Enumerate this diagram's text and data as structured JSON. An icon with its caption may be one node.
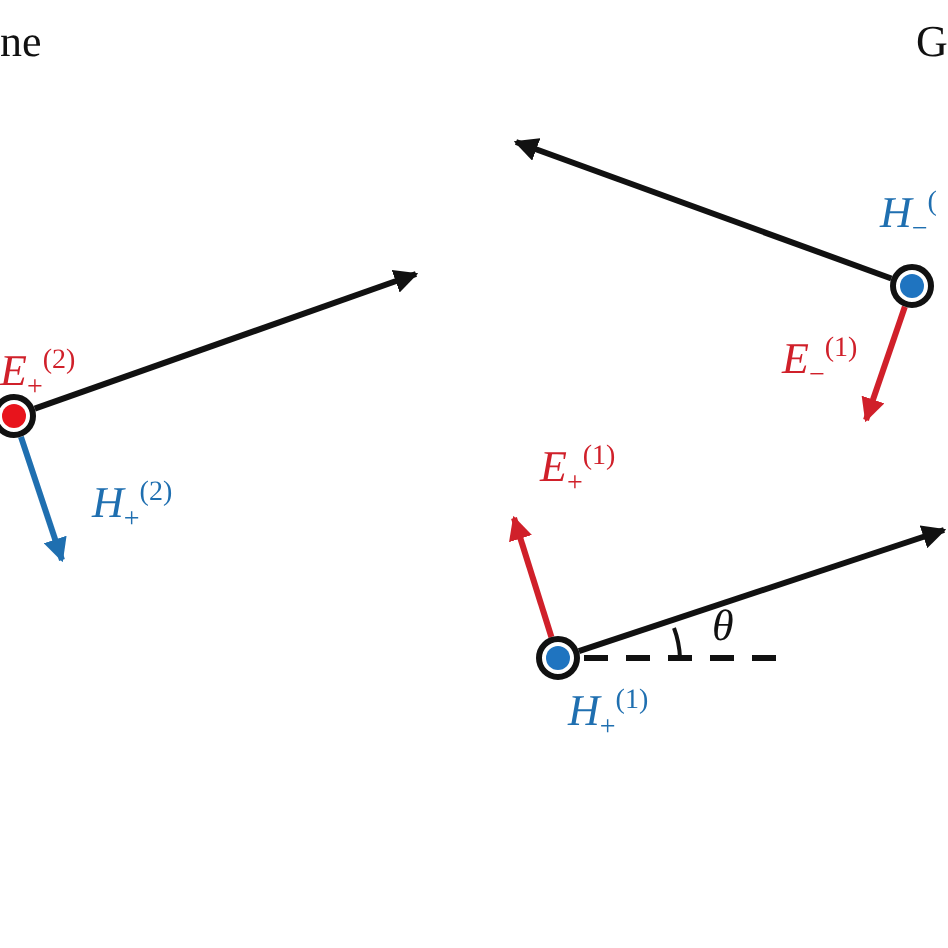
{
  "diagram": {
    "nodes": [
      {
        "text": [],
        "shape": "circle"
      },
      {
        "text": [],
        "shape": "circle"
      },
      {
        "text": [],
        "shape": "circle"
      }
    ],
    "edges": [
      {
        "from": 0,
        "to": null,
        "arrow": "to"
      },
      {
        "from": 0,
        "to": null,
        "arrow": "to",
        "color": "#1f6fb0"
      },
      {
        "from": 1,
        "to": null,
        "arrow": "to"
      },
      {
        "from": 1,
        "to": null,
        "arrow": "to",
        "color": "#d0202a"
      },
      {
        "from": 2,
        "to": null,
        "arrow": "to",
        "color": "#d0202a"
      },
      {
        "from": 2,
        "to": null,
        "arrow": "to"
      }
    ],
    "labels": [
      "ne",
      "G",
      "*E*$_{+}$$^{(2)}$",
      "*H*$_{+}$$^{(2)}$",
      "*H*$_{−}$$^{(}$",
      "*E*$_{−}$$^{(1)}$",
      "*E*$_{+}$$^{(1)}$",
      "*H*$_{+}$$^{(1)}$",
      "*θ*"
    ]
  }
}
